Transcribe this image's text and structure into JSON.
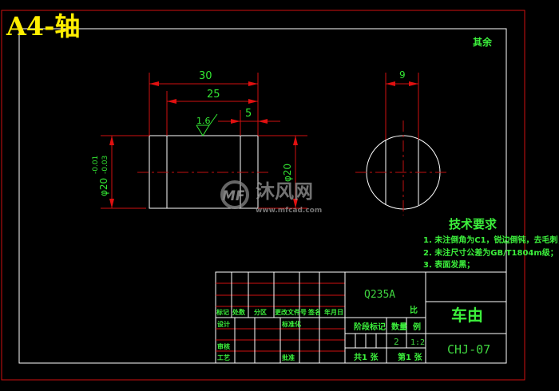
{
  "title": "A4-轴",
  "colors": {
    "background": "#000000",
    "frame": "#ffffff",
    "dimension": "#d01010",
    "text": "#33e633",
    "title": "#ffee00"
  },
  "roughness_note": "其余",
  "dimensions": {
    "overall_length": "30",
    "step_length": "25",
    "end_length": "5",
    "roughness": "1.6",
    "left_diameter": "φ20",
    "left_tolerance_upper": "-0.01",
    "left_tolerance_lower": "-0.03",
    "right_diameter": "φ20",
    "flat_width": "9"
  },
  "tech_requirements": {
    "heading": "技术要求",
    "items": [
      "1. 未注倒角为C1，锐边倒钝，去毛刺；",
      "2. 未注尺寸公差为GB/T1804m级；",
      "3. 表面发黑；"
    ]
  },
  "title_block": {
    "header_labels": [
      "标记",
      "处数",
      "分区",
      "更改文件号",
      "签名",
      "年月日"
    ],
    "left_labels": {
      "design": "设计",
      "standardize": "标准化",
      "review": "审核",
      "process": "工艺",
      "approve": "批准"
    },
    "material": "Q235A",
    "ratio_label": "比",
    "stage_label": "阶段标记",
    "quantity_label": "数量",
    "scale_label": "例",
    "quantity": "2",
    "scale": "1:2",
    "sheets_total": "共1 张",
    "sheet_no": "第1 张",
    "part_name": "车由",
    "drawing_no": "CHJ-07"
  },
  "watermark": {
    "brand": "沐风网",
    "url": "www.mfcad.com"
  }
}
